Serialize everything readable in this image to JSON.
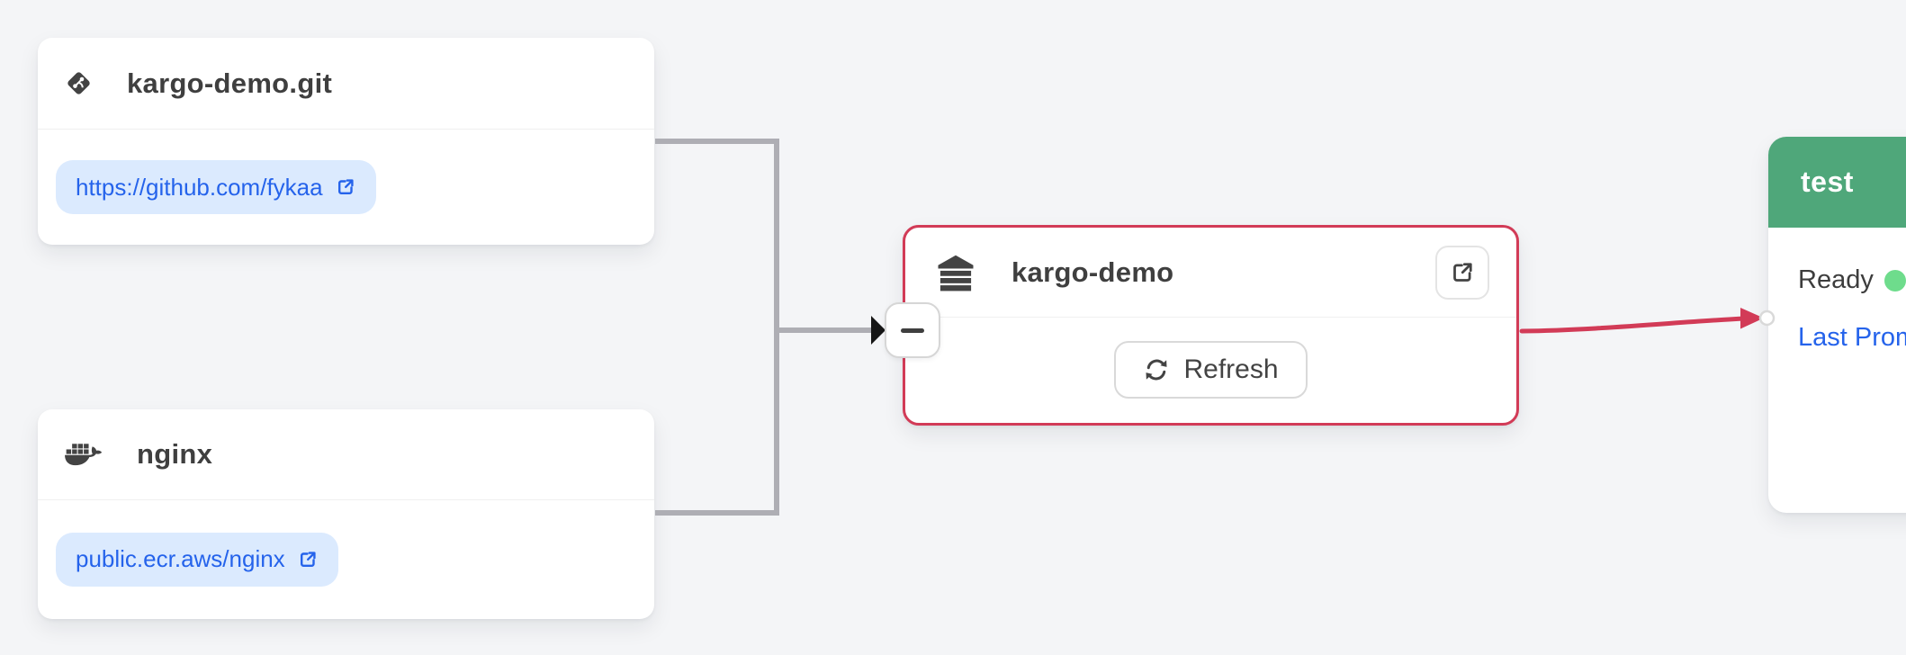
{
  "colors": {
    "canvas_bg": "#f4f5f7",
    "accent_red": "#d23b57",
    "edge_gray": "#aeaeb4",
    "arrowhead_black": "#161616",
    "stage_header_green": "#4fa77a",
    "healthy_dot_green": "#6edc8c",
    "link_blue": "#2563eb",
    "link_pill_bg": "#dbeafe",
    "icon_dark": "#434343"
  },
  "nodes": {
    "git_repo": {
      "icon": "git-icon",
      "title": "kargo-demo.git",
      "link_label": "https://github.com/fykaa",
      "link_icon": "external-link-icon"
    },
    "image_repo": {
      "icon": "docker-icon",
      "title": "nginx",
      "link_label": "public.ecr.aws/nginx",
      "link_icon": "external-link-icon"
    },
    "warehouse": {
      "icon": "warehouse-icon",
      "title": "kargo-demo",
      "open_icon": "external-link-icon",
      "refresh_label": "Refresh",
      "refresh_icon": "refresh-sync-icon",
      "collapse_icon": "minus-icon"
    },
    "stage": {
      "name": "test",
      "status_label": "Ready",
      "status_dot": "health-dot-green",
      "last_promotion_label": "Last Promotion"
    }
  }
}
